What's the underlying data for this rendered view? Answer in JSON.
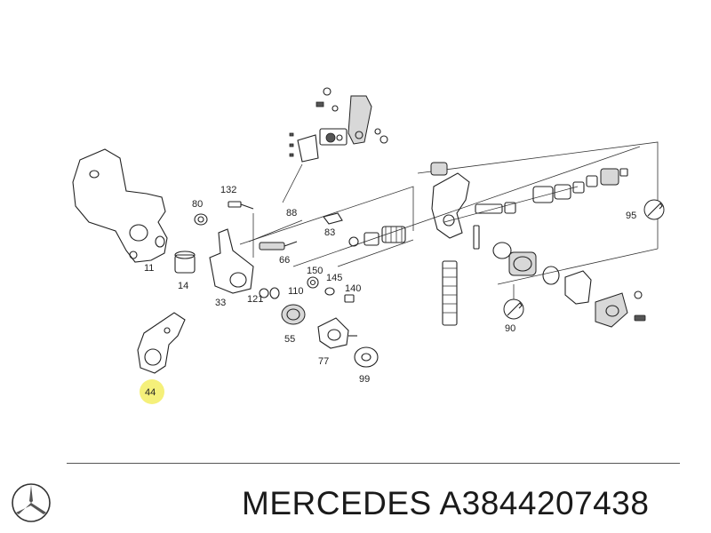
{
  "footer": {
    "brand": "MERCEDES",
    "part_number": "A3844207438"
  },
  "diagram": {
    "highlight_color": "#f5f07a",
    "labels": {
      "l132": "132",
      "l80": "80",
      "l88": "88",
      "l83": "83",
      "l66": "66",
      "l95": "95",
      "l11": "11",
      "l14": "14",
      "l33": "33",
      "l121": "121",
      "l110": "110",
      "l150": "150",
      "l145": "145",
      "l140": "140",
      "l55": "55",
      "l90": "90",
      "l77": "77",
      "l99": "99",
      "l44": "44"
    }
  }
}
